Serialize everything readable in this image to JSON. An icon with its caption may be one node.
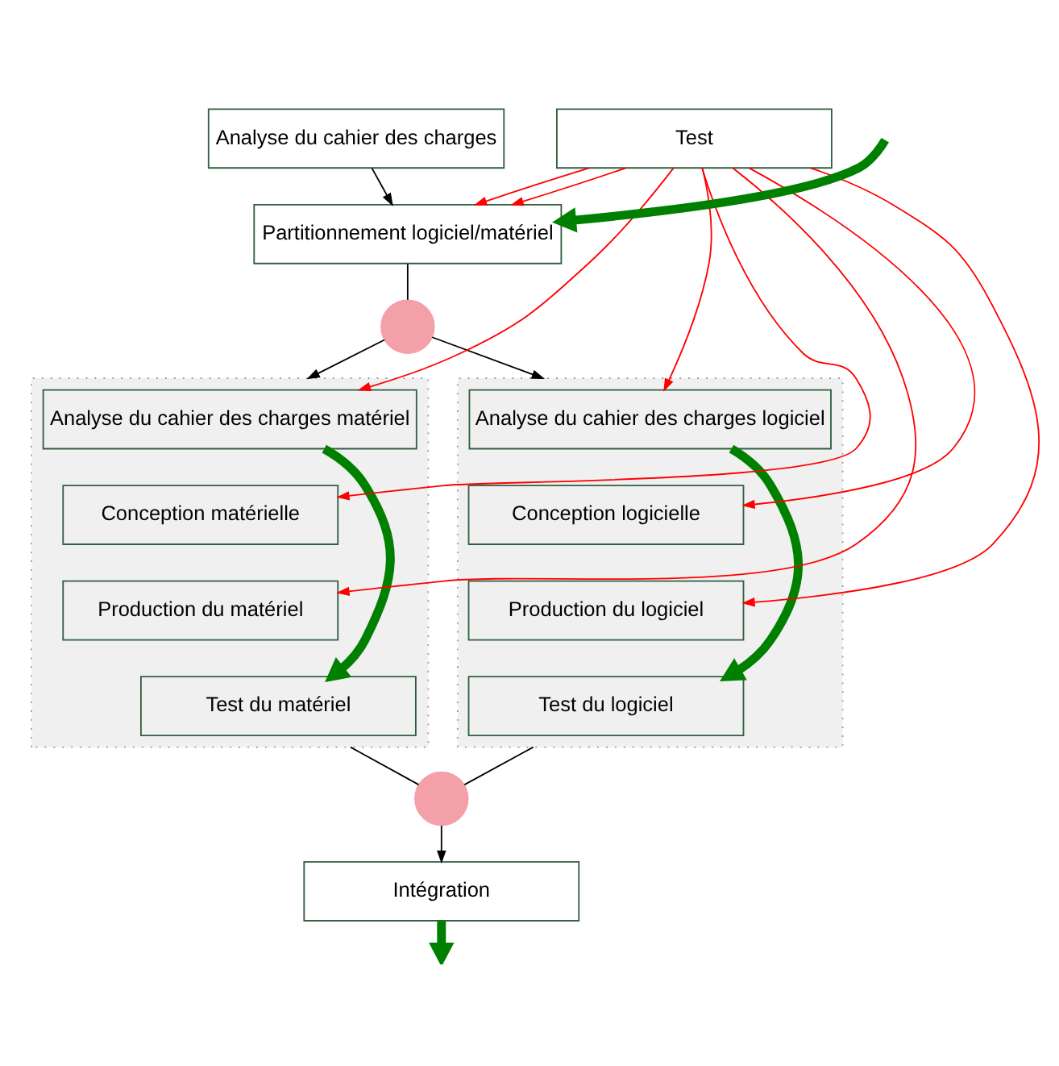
{
  "diagram": {
    "nodes": [
      {
        "text": [
          "Analyse du cahier des charges"
        ]
      },
      {
        "text": [
          "Partitionnement logiciel/matériel"
        ]
      },
      {
        "text": [],
        "shape": "circle"
      },
      {
        "text": [],
        "shape": "box"
      },
      {
        "text": [
          "Analyse du cahier des charges matériel"
        ],
        "in": 3
      },
      {
        "text": [
          "Conception matérielle"
        ],
        "in": 3
      },
      {
        "text": [
          "Production du matériel"
        ],
        "in": 3
      },
      {
        "text": [
          "Test du matériel"
        ],
        "in": 3
      },
      {
        "text": [],
        "shape": "box"
      },
      {
        "text": [
          "Analyse du cahier des charges logiciel"
        ],
        "in": 8
      },
      {
        "text": [
          "Conception logicielle"
        ],
        "in": 8
      },
      {
        "text": [
          "Production du logiciel"
        ],
        "in": 8
      },
      {
        "text": [
          "Test du logiciel"
        ],
        "in": 8
      },
      {
        "text": [],
        "shape": "circle"
      },
      {
        "text": [
          "Intégration"
        ]
      },
      {
        "text": [
          "Test"
        ]
      }
    ],
    "edges": [
      {
        "from": 0,
        "to": 1,
        "arrow": "to",
        "color": "#000000"
      },
      {
        "from": null,
        "to": 1,
        "arrow": "to",
        "style": "thick",
        "color": "#008000"
      },
      {
        "from": 1,
        "to": 2,
        "arrow": "none",
        "color": "#000000"
      },
      {
        "from": 2,
        "to": 3,
        "arrow": "to",
        "color": "#000000"
      },
      {
        "from": 2,
        "to": 8,
        "arrow": "to",
        "color": "#000000"
      },
      {
        "from": 4,
        "to": 7,
        "arrow": "to",
        "style": "thick",
        "color": "#008000"
      },
      {
        "from": 9,
        "to": 12,
        "arrow": "to",
        "style": "thick",
        "color": "#008000"
      },
      {
        "from": 3,
        "to": 13,
        "arrow": "none",
        "color": "#000000"
      },
      {
        "from": 8,
        "to": 13,
        "arrow": "none",
        "color": "#000000"
      },
      {
        "from": 13,
        "to": 14,
        "arrow": "to",
        "color": "#000000"
      },
      {
        "from": 14,
        "to": null,
        "arrow": "to",
        "style": "thick",
        "color": "#008000"
      },
      {
        "from": 15,
        "to": 1,
        "arrow": "to",
        "color": "#ff0000"
      },
      {
        "from": 15,
        "to": 4,
        "arrow": "to",
        "color": "#ff0000"
      },
      {
        "from": 15,
        "to": 5,
        "arrow": "to",
        "color": "#ff0000"
      },
      {
        "from": 15,
        "to": 6,
        "arrow": "to",
        "color": "#ff0000"
      },
      {
        "from": 15,
        "to": 1,
        "arrow": "to",
        "color": "#ff0000"
      },
      {
        "from": 15,
        "to": 9,
        "arrow": "to",
        "color": "#ff0000"
      },
      {
        "from": 15,
        "to": 10,
        "arrow": "to",
        "color": "#ff0000"
      },
      {
        "from": 15,
        "to": 11,
        "arrow": "to",
        "color": "#ff0000"
      }
    ]
  }
}
